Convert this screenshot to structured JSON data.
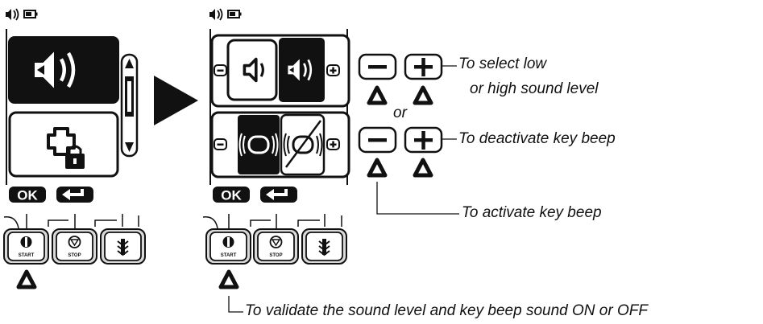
{
  "screens": {
    "ok_label": "OK",
    "start_label": "START",
    "stop_label": "STOP"
  },
  "annotations": {
    "select_level_line1": "To select low",
    "select_level_line2": "or high sound level",
    "or_text": "or",
    "deactivate_beep": "To deactivate key beep",
    "activate_beep": "To activate key beep",
    "validate": "To validate the sound level and key beep sound ON or OFF"
  },
  "icons": {
    "speaker": "speaker-icon",
    "battery": "battery-icon",
    "lock": "plus-lock-icon",
    "scrollbar": "scrollbar",
    "arrow": "right-arrow-icon",
    "enter": "enter-arrow-icon",
    "beep_on": "beep-on-icon",
    "beep_off": "beep-off-icon",
    "triangle": "press-triangle-icon"
  },
  "colors": {
    "ink": "#111111",
    "paper": "#ffffff",
    "button_fill": "#d9d9d9"
  }
}
